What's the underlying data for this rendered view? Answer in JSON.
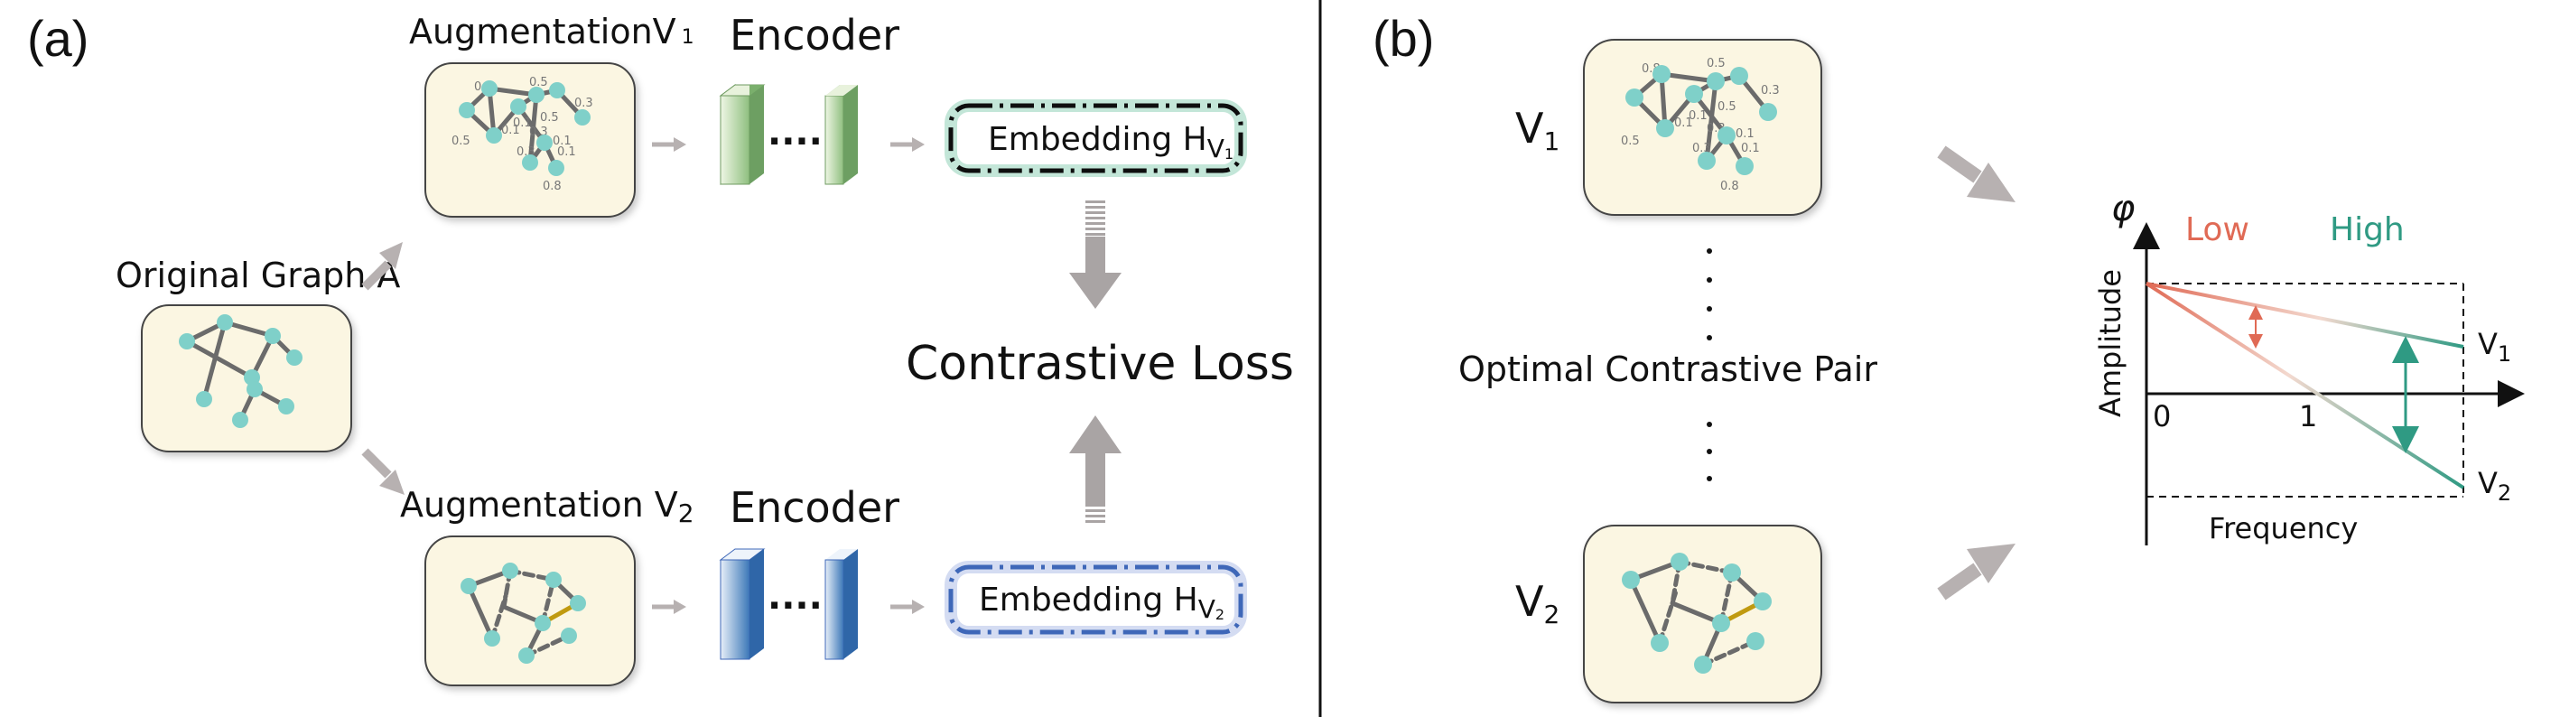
{
  "panel_a": {
    "label": "(a)",
    "original_graph_label": "Original Graph A",
    "aug1": {
      "text": "AugmentationV",
      "sub": "1"
    },
    "aug2": {
      "text": "Augmentation V",
      "sub": "2"
    },
    "encoder1": "Encoder",
    "encoder2": "Encoder",
    "embedding1": {
      "text": "Embedding H",
      "sub": "V",
      "subsub": "1"
    },
    "embedding2": {
      "text": "Embedding H",
      "sub": "V",
      "subsub": "2"
    },
    "loss": "Contrastive Loss",
    "edge_weights": [
      "0.8",
      "0.5",
      "0.3",
      "0.5",
      "0.1",
      "0.1",
      "0.5",
      "0.1",
      "0.3",
      "0.3",
      "0.1",
      "0.8"
    ]
  },
  "panel_b": {
    "label": "(b)",
    "v1": {
      "text": "V",
      "sub": "1"
    },
    "v2": {
      "text": "V",
      "sub": "2"
    },
    "pair": "Optimal Contrastive Pair",
    "edge_weights": [
      "0.8",
      "0.5",
      "0.3",
      "0.5",
      "0.1",
      "0.1",
      "0.5",
      "0.1",
      "0.3",
      "0.3",
      "0.1",
      "0.8"
    ],
    "plot": {
      "phi": "φ",
      "low": "Low",
      "high": "High",
      "ylabel": "Amplitude",
      "xlabel": "Frequency",
      "tick0": "0",
      "tick1": "1",
      "v1": {
        "text": "V",
        "sub": "1"
      },
      "v2": {
        "text": "V",
        "sub": "2"
      }
    }
  },
  "colors": {
    "node": "#7fd0c9",
    "box_fill": "#fbf6e2",
    "arrow_gray": "#b7b1b1",
    "green_border": "#3a9a78",
    "blue_border": "#3e67b8",
    "low_red": "#e06a55",
    "high_green": "#2f9a83",
    "highlight_edge": "#c09a10"
  }
}
